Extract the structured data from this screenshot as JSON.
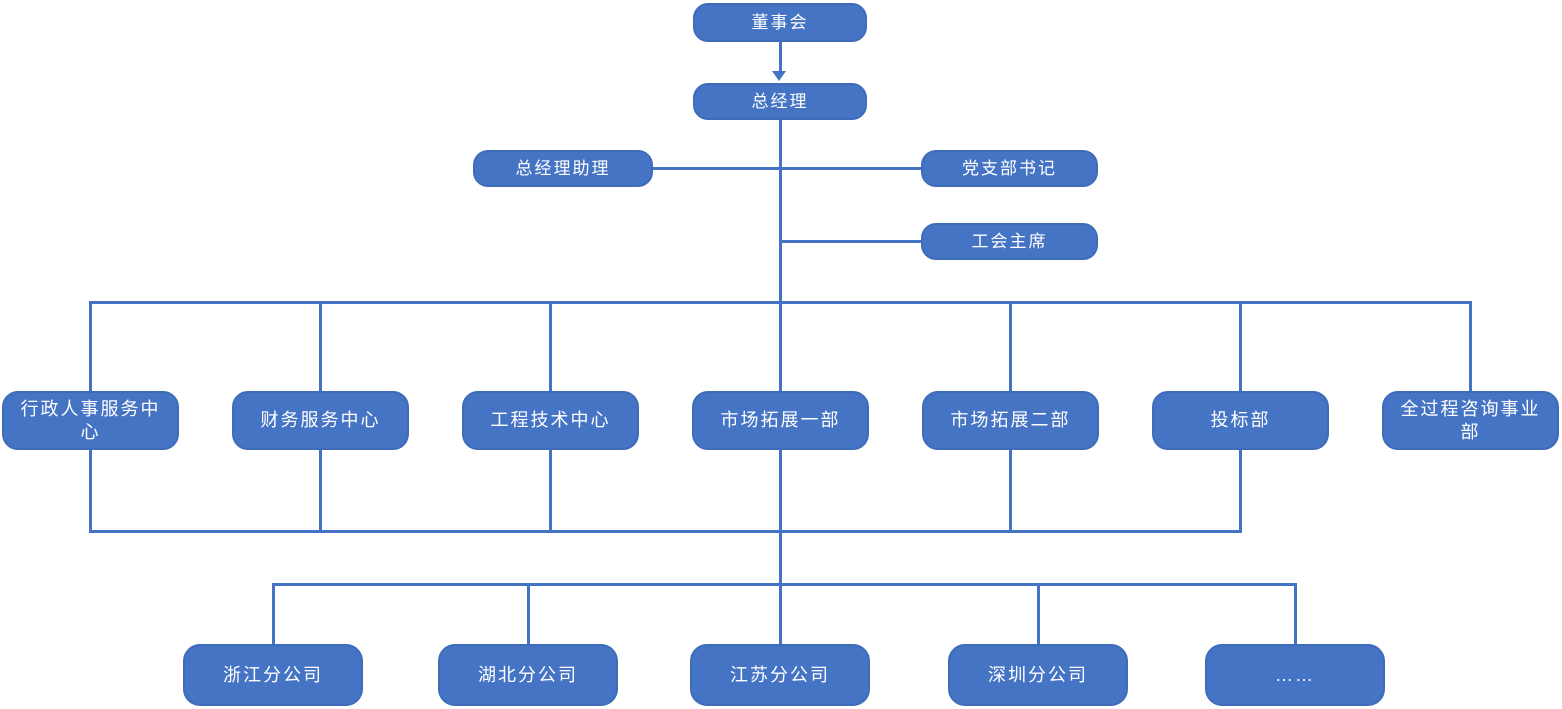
{
  "colors": {
    "node_fill": "#4674C5",
    "node_border": "#3E6CB9",
    "connector_line": "#4472C4",
    "node_text": "#FFFFFF",
    "background": "#FFFFFF"
  },
  "org_chart": {
    "nodes": {
      "board": {
        "label": "董事会"
      },
      "gm": {
        "label": "总经理"
      },
      "gm_assistant": {
        "label": "总经理助理"
      },
      "party_secretary": {
        "label": "党支部书记"
      },
      "union_chairman": {
        "label": "工会主席"
      },
      "dept_admin_hr": {
        "label": "行政人事服务中心"
      },
      "dept_finance": {
        "label": "财务服务中心"
      },
      "dept_engineering": {
        "label": "工程技术中心"
      },
      "dept_market1": {
        "label": "市场拓展一部"
      },
      "dept_market2": {
        "label": "市场拓展二部"
      },
      "dept_bidding": {
        "label": "投标部"
      },
      "dept_consulting": {
        "label": "全过程咨询事业部"
      },
      "branch_zhejiang": {
        "label": "浙江分公司"
      },
      "branch_hubei": {
        "label": "湖北分公司"
      },
      "branch_jiangsu": {
        "label": "江苏分公司"
      },
      "branch_shenzhen": {
        "label": "深圳分公司"
      },
      "branch_more": {
        "label": "……"
      }
    },
    "edges": [
      {
        "from": "board",
        "to": "gm",
        "style": "arrow"
      },
      {
        "from": "gm",
        "to": "gm_assistant",
        "style": "staff-left"
      },
      {
        "from": "gm",
        "to": "party_secretary",
        "style": "staff-right"
      },
      {
        "from": "gm",
        "to": "union_chairman",
        "style": "staff-right"
      },
      {
        "from": "gm",
        "to": "dept_admin_hr",
        "style": "elbow"
      },
      {
        "from": "gm",
        "to": "dept_finance",
        "style": "elbow"
      },
      {
        "from": "gm",
        "to": "dept_engineering",
        "style": "elbow"
      },
      {
        "from": "gm",
        "to": "dept_market1",
        "style": "elbow"
      },
      {
        "from": "gm",
        "to": "dept_market2",
        "style": "elbow"
      },
      {
        "from": "gm",
        "to": "dept_bidding",
        "style": "elbow"
      },
      {
        "from": "gm",
        "to": "dept_consulting",
        "style": "elbow"
      },
      {
        "from": "departments",
        "to": "branch_zhejiang",
        "style": "elbow"
      },
      {
        "from": "departments",
        "to": "branch_hubei",
        "style": "elbow"
      },
      {
        "from": "departments",
        "to": "branch_jiangsu",
        "style": "elbow"
      },
      {
        "from": "departments",
        "to": "branch_shenzhen",
        "style": "elbow"
      },
      {
        "from": "departments",
        "to": "branch_more",
        "style": "elbow"
      }
    ]
  }
}
